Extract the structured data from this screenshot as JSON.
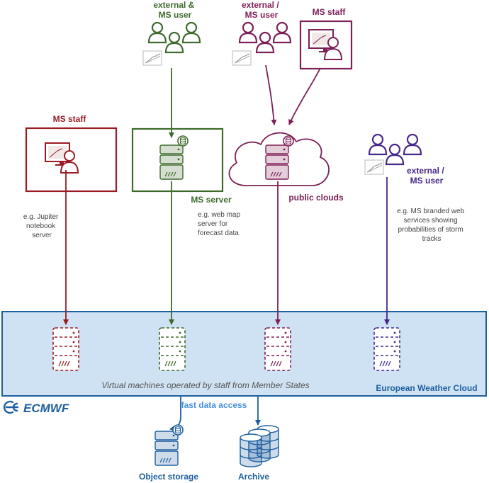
{
  "colors": {
    "red": "#9b1b24",
    "green": "#3e6b2c",
    "purple": "#7e1f55",
    "indigo": "#46288a",
    "blue": "#1e5fa0",
    "cloud_panel": "#cfe2f3",
    "light_blue_text": "#4a90d9"
  },
  "icons": {
    "users": "users-icon",
    "graph": "graph-thumbnail-icon",
    "server": "server-icon",
    "database": "database-icon",
    "cloud": "cloud-icon",
    "staff": "staff-at-computer-icon"
  },
  "users": {
    "green_title": "external &\nMS user",
    "purple_title": "external /\nMS user",
    "indigo_title": "external /\nMS user",
    "purple_staff_title": "MS staff",
    "red_staff_title": "MS staff"
  },
  "labels": {
    "ms_server": "MS server",
    "public_clouds": "public clouds",
    "red_note": "e.g. Jupiter\nnotebook\nserver",
    "green_note": "e.g. web map\nserver for\nforecast data",
    "indigo_note": "e.g. MS branded web\nservices showing\nprobabilities of storm\ntracks"
  },
  "cloud_panel": {
    "caption": "Virtual machines operated by staff from Member States",
    "name": "European Weather Cloud"
  },
  "logo": {
    "text": "ECMWF"
  },
  "storage": {
    "fast_access": "fast data access",
    "object_storage": "Object storage",
    "archive": "Archive"
  }
}
